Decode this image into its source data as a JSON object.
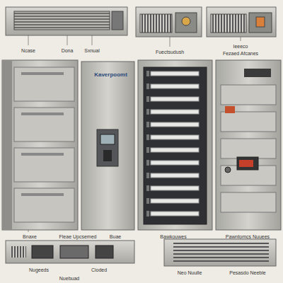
{
  "diagram": {
    "nodes": [
      {
        "text": [
          "Kaverpoomt"
        ]
      }
    ],
    "labels": [
      "Ncase",
      "Dona",
      "Sxnual",
      "Fuectsudush",
      "Ieeeco",
      "Fezaed Afcanes",
      "Bnaxe",
      "Fleae Upcsemed",
      "Buae",
      "Bawkouwes",
      "Pawntomcs Nuuees",
      "Nugeeds",
      "Cioded",
      "Nuebuad",
      "Neo Nuulle",
      "Pesasdo Neeble"
    ]
  }
}
